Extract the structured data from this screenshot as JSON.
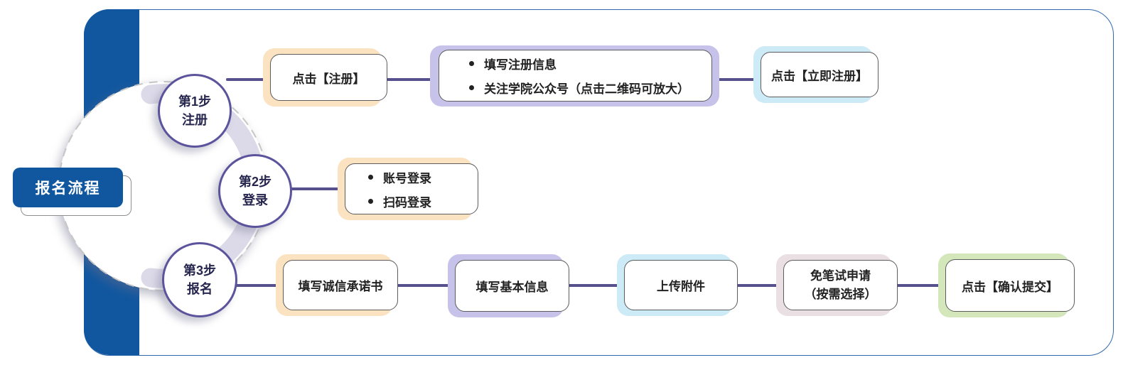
{
  "colors": {
    "brand_blue": "#11579f",
    "panel_border_blue": "#2f6ab0",
    "connector_purple": "#56508c",
    "circle_border_purple": "#5b549c",
    "swoosh_lavender": "#dcd9e8",
    "dashed_circle_gray": "#c6c6c6",
    "backing_peach": "#fbe3c2",
    "backing_lavender": "#c7c2ea",
    "backing_light_blue": "#cdeaf7",
    "backing_pink": "#eae0e3",
    "backing_green": "#d3e7bb"
  },
  "badge": {
    "label": "报名流程"
  },
  "steps": [
    {
      "line1": "第1步",
      "line2": "注册"
    },
    {
      "line1": "第2步",
      "line2": "登录"
    },
    {
      "line1": "第3步",
      "line2": "报名"
    }
  ],
  "row1": {
    "box_click_register": {
      "label": "点击【注册】"
    },
    "box_register_info": {
      "bullets": [
        "填写注册信息",
        "关注学院公众号（点击二维码可放大）"
      ]
    },
    "box_click_register_now": {
      "label": "点击【立即注册】"
    }
  },
  "row2": {
    "box_login_methods": {
      "bullets": [
        "账号登录",
        "扫码登录"
      ]
    }
  },
  "row3": {
    "box_integrity": {
      "label": "填写诚信承诺书"
    },
    "box_basic_info": {
      "label": "填写基本信息"
    },
    "box_upload": {
      "label": "上传附件"
    },
    "box_exam_free": {
      "line1": "免笔试申请",
      "line2": "（按需选择）"
    },
    "box_confirm": {
      "label": "点击【确认提交】"
    }
  }
}
